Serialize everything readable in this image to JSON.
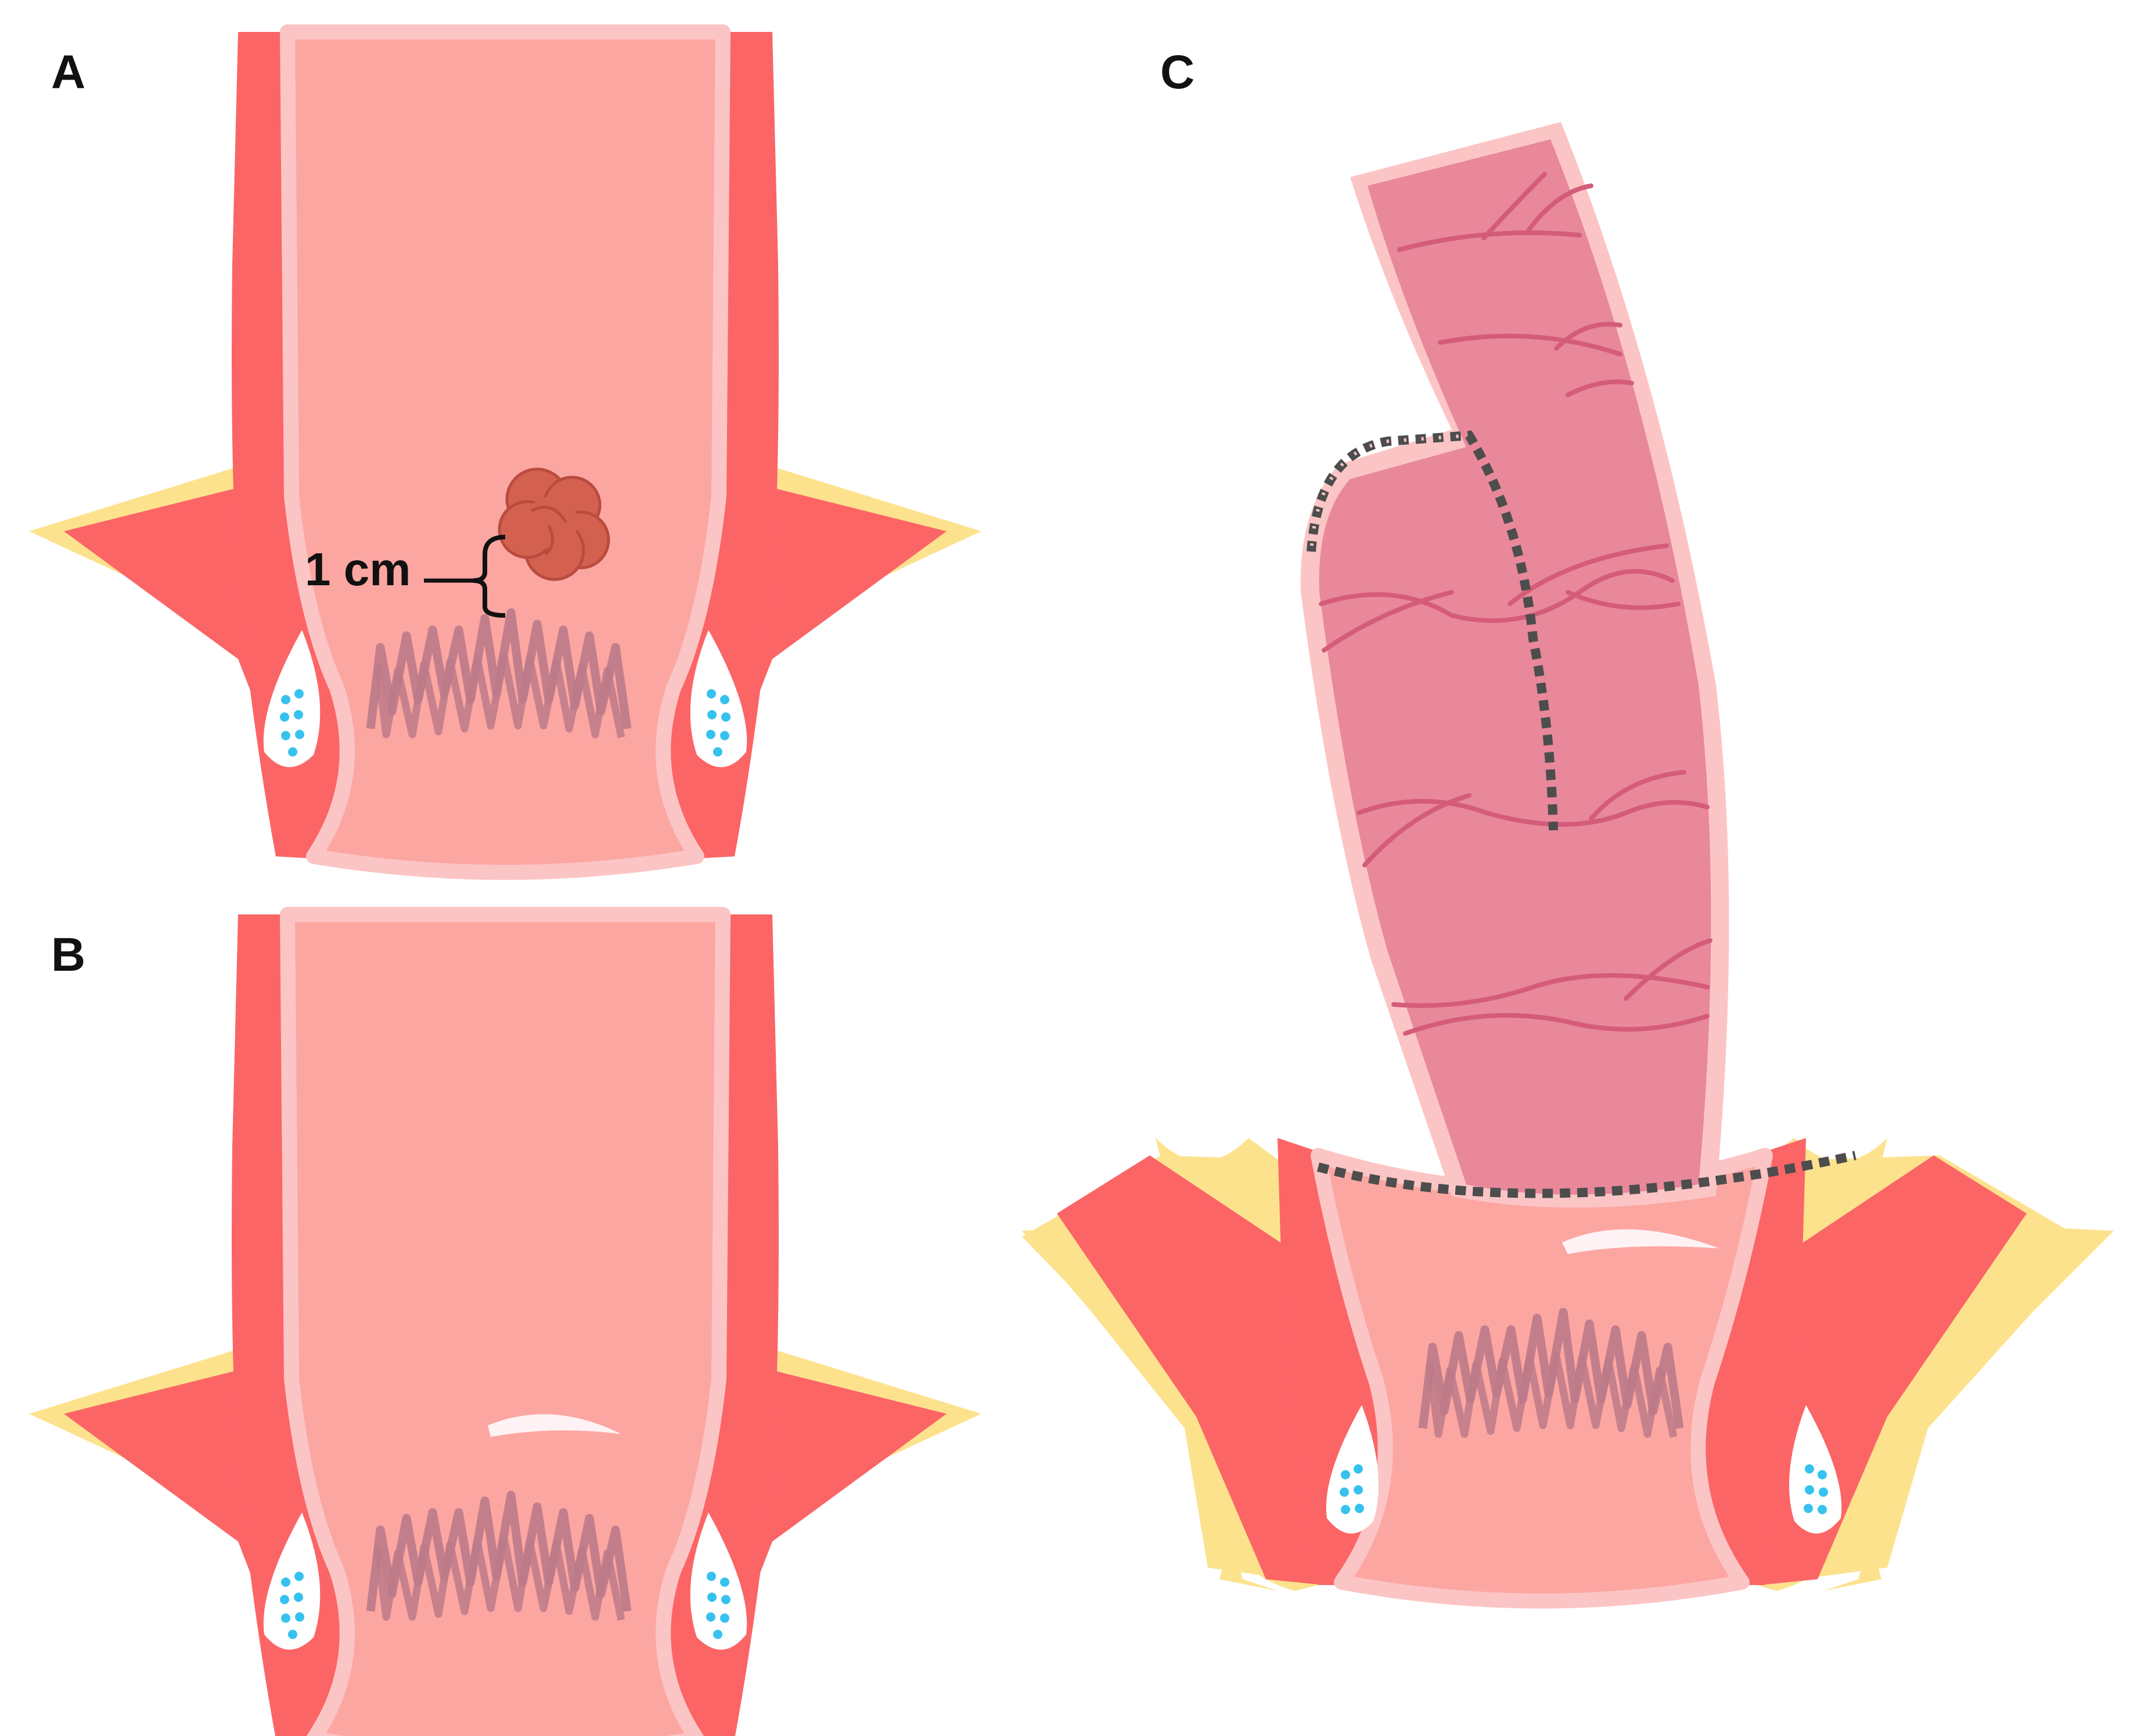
{
  "panels": {
    "a": {
      "label": "A"
    },
    "b": {
      "label": "B"
    },
    "c": {
      "label": "C"
    }
  },
  "annotation": {
    "distance_label": "1 cm"
  },
  "colors": {
    "fat": "#FDE28E",
    "sphincter": "#FB6566",
    "mucosa": "#FCA6A2",
    "lining": "#FCC5C5",
    "dentate_line": "#BC7A88",
    "tumor": "#D46150",
    "tumor_outline": "#B94C3E",
    "colon": "#E8889A",
    "colon_vessel": "#D45C7A",
    "scar": "#FFF2F5",
    "gland": "#36C2EE",
    "anastomosis_dash": "#4D4D4D"
  }
}
